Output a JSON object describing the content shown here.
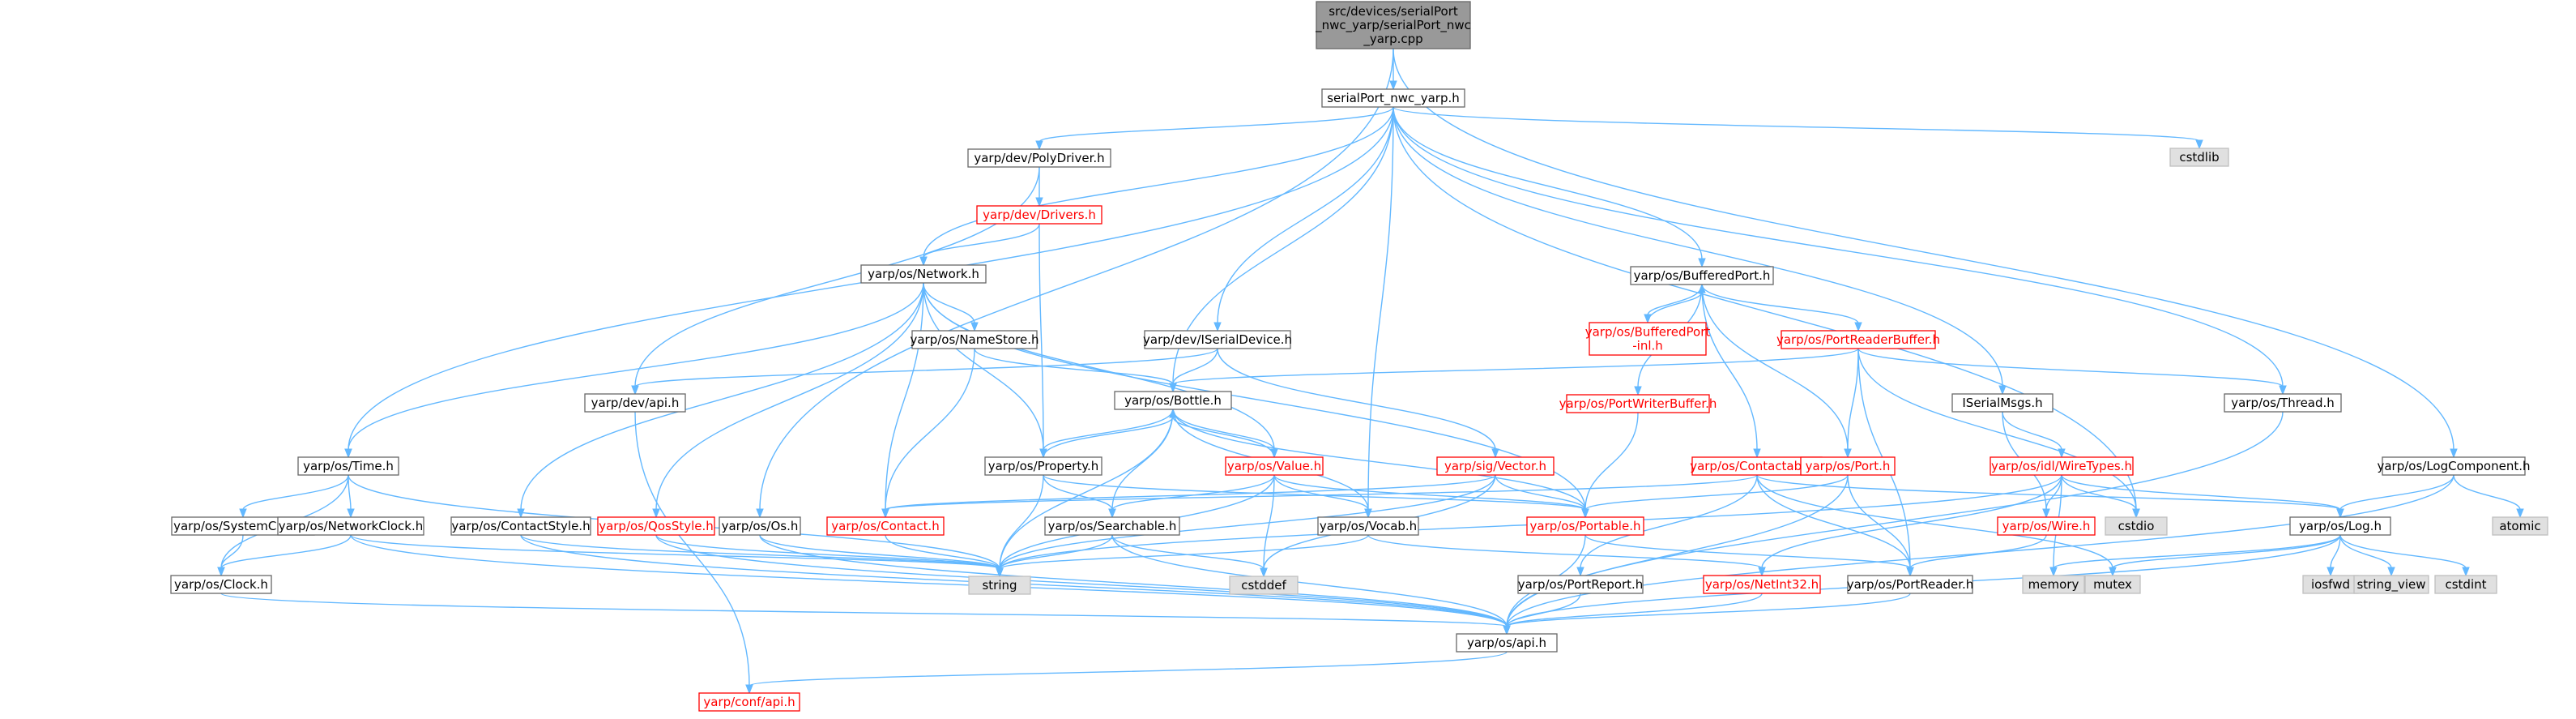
{
  "diagram": {
    "title": "",
    "colors": {
      "edge": "#63b8ff",
      "node_fill": "#ffffff",
      "node_border": "#666666",
      "node_text": "#000000",
      "root_fill": "#999999",
      "root_border": "#666666",
      "undocumented_border": "#ff0000",
      "undocumented_text": "#ff0000",
      "system_fill": "#e0e0e0",
      "system_border": "#bfbfbf"
    },
    "nodes": [
      {
        "id": "root",
        "lines": [
          "src/devices/serialPort",
          "_nwc_yarp/serialPort_nwc",
          "_yarp.cpp"
        ],
        "kind": "root"
      },
      {
        "id": "serialport_h",
        "lines": [
          "serialPort_nwc_yarp.h"
        ],
        "kind": "normal"
      },
      {
        "id": "polydriver",
        "lines": [
          "yarp/dev/PolyDriver.h"
        ],
        "kind": "normal"
      },
      {
        "id": "drivers",
        "lines": [
          "yarp/dev/Drivers.h"
        ],
        "kind": "red"
      },
      {
        "id": "network",
        "lines": [
          "yarp/os/Network.h"
        ],
        "kind": "normal"
      },
      {
        "id": "namestore",
        "lines": [
          "yarp/os/NameStore.h"
        ],
        "kind": "normal"
      },
      {
        "id": "iserialdevice",
        "lines": [
          "yarp/dev/ISerialDevice.h"
        ],
        "kind": "normal"
      },
      {
        "id": "devapi",
        "lines": [
          "yarp/dev/api.h"
        ],
        "kind": "normal"
      },
      {
        "id": "bottle",
        "lines": [
          "yarp/os/Bottle.h"
        ],
        "kind": "normal"
      },
      {
        "id": "time",
        "lines": [
          "yarp/os/Time.h"
        ],
        "kind": "normal"
      },
      {
        "id": "property",
        "lines": [
          "yarp/os/Property.h"
        ],
        "kind": "normal"
      },
      {
        "id": "value",
        "lines": [
          "yarp/os/Value.h"
        ],
        "kind": "red"
      },
      {
        "id": "sigvector",
        "lines": [
          "yarp/sig/Vector.h"
        ],
        "kind": "red"
      },
      {
        "id": "systemclock",
        "lines": [
          "yarp/os/SystemClock.h"
        ],
        "kind": "normal"
      },
      {
        "id": "networkclock",
        "lines": [
          "yarp/os/NetworkClock.h"
        ],
        "kind": "normal"
      },
      {
        "id": "contactstyle",
        "lines": [
          "yarp/os/ContactStyle.h"
        ],
        "kind": "normal"
      },
      {
        "id": "qosstyle",
        "lines": [
          "yarp/os/QosStyle.h"
        ],
        "kind": "red"
      },
      {
        "id": "os",
        "lines": [
          "yarp/os/Os.h"
        ],
        "kind": "normal"
      },
      {
        "id": "contact",
        "lines": [
          "yarp/os/Contact.h"
        ],
        "kind": "red"
      },
      {
        "id": "searchable",
        "lines": [
          "yarp/os/Searchable.h"
        ],
        "kind": "normal"
      },
      {
        "id": "vocab",
        "lines": [
          "yarp/os/Vocab.h"
        ],
        "kind": "normal"
      },
      {
        "id": "portable",
        "lines": [
          "yarp/os/Portable.h"
        ],
        "kind": "red"
      },
      {
        "id": "clock",
        "lines": [
          "yarp/os/Clock.h"
        ],
        "kind": "normal"
      },
      {
        "id": "string",
        "lines": [
          "string"
        ],
        "kind": "system"
      },
      {
        "id": "cstddef",
        "lines": [
          "cstddef"
        ],
        "kind": "system"
      },
      {
        "id": "bufferedport",
        "lines": [
          "yarp/os/BufferedPort.h"
        ],
        "kind": "normal"
      },
      {
        "id": "bufferedport_inl",
        "lines": [
          "yarp/os/BufferedPort",
          "-inl.h"
        ],
        "kind": "red"
      },
      {
        "id": "portwriterbuffer",
        "lines": [
          "yarp/os/PortWriterBuffer.h"
        ],
        "kind": "red"
      },
      {
        "id": "portreaderbuffer",
        "lines": [
          "yarp/os/PortReaderBuffer.h"
        ],
        "kind": "red"
      },
      {
        "id": "contactable",
        "lines": [
          "yarp/os/Contactable.h"
        ],
        "kind": "red"
      },
      {
        "id": "port",
        "lines": [
          "yarp/os/Port.h"
        ],
        "kind": "red"
      },
      {
        "id": "portreport",
        "lines": [
          "yarp/os/PortReport.h"
        ],
        "kind": "normal"
      },
      {
        "id": "netint32",
        "lines": [
          "yarp/os/NetInt32.h"
        ],
        "kind": "red"
      },
      {
        "id": "portreader",
        "lines": [
          "yarp/os/PortReader.h"
        ],
        "kind": "normal"
      },
      {
        "id": "memory",
        "lines": [
          "memory"
        ],
        "kind": "system"
      },
      {
        "id": "mutex",
        "lines": [
          "mutex"
        ],
        "kind": "system"
      },
      {
        "id": "cstdlib",
        "lines": [
          "cstdlib"
        ],
        "kind": "system"
      },
      {
        "id": "iserialmsgs",
        "lines": [
          "ISerialMsgs.h"
        ],
        "kind": "normal"
      },
      {
        "id": "wiretypes",
        "lines": [
          "yarp/os/idl/WireTypes.h"
        ],
        "kind": "red"
      },
      {
        "id": "wire",
        "lines": [
          "yarp/os/Wire.h"
        ],
        "kind": "red"
      },
      {
        "id": "cstdio",
        "lines": [
          "cstdio"
        ],
        "kind": "system"
      },
      {
        "id": "thread",
        "lines": [
          "yarp/os/Thread.h"
        ],
        "kind": "normal"
      },
      {
        "id": "logcomponent",
        "lines": [
          "yarp/os/LogComponent.h"
        ],
        "kind": "normal"
      },
      {
        "id": "atomic",
        "lines": [
          "atomic"
        ],
        "kind": "system"
      },
      {
        "id": "log",
        "lines": [
          "yarp/os/Log.h"
        ],
        "kind": "normal"
      },
      {
        "id": "iosfwd",
        "lines": [
          "iosfwd"
        ],
        "kind": "system"
      },
      {
        "id": "string_view",
        "lines": [
          "string_view"
        ],
        "kind": "system"
      },
      {
        "id": "cstdint",
        "lines": [
          "cstdint"
        ],
        "kind": "system"
      },
      {
        "id": "osapi",
        "lines": [
          "yarp/os/api.h"
        ],
        "kind": "normal"
      },
      {
        "id": "confapi",
        "lines": [
          "yarp/conf/api.h"
        ],
        "kind": "red"
      }
    ],
    "edges": [
      [
        "root",
        "serialport_h"
      ],
      [
        "root",
        "os"
      ],
      [
        "root",
        "logcomponent"
      ],
      [
        "serialport_h",
        "polydriver"
      ],
      [
        "serialport_h",
        "network"
      ],
      [
        "serialport_h",
        "time"
      ],
      [
        "serialport_h",
        "iserialdevice"
      ],
      [
        "serialport_h",
        "bottle"
      ],
      [
        "serialport_h",
        "vocab"
      ],
      [
        "serialport_h",
        "bufferedport"
      ],
      [
        "serialport_h",
        "iserialmsgs"
      ],
      [
        "serialport_h",
        "cstdio"
      ],
      [
        "serialport_h",
        "thread"
      ],
      [
        "serialport_h",
        "cstdlib"
      ],
      [
        "polydriver",
        "drivers"
      ],
      [
        "polydriver",
        "devapi"
      ],
      [
        "drivers",
        "network"
      ],
      [
        "drivers",
        "property"
      ],
      [
        "network",
        "namestore"
      ],
      [
        "network",
        "time"
      ],
      [
        "network",
        "contactstyle"
      ],
      [
        "network",
        "qosstyle"
      ],
      [
        "network",
        "contact"
      ],
      [
        "network",
        "property"
      ],
      [
        "network",
        "value"
      ],
      [
        "network",
        "portable"
      ],
      [
        "namestore",
        "bottle"
      ],
      [
        "namestore",
        "contact"
      ],
      [
        "iserialdevice",
        "devapi"
      ],
      [
        "iserialdevice",
        "bottle"
      ],
      [
        "iserialdevice",
        "sigvector"
      ],
      [
        "devapi",
        "confapi"
      ],
      [
        "bottle",
        "property"
      ],
      [
        "bottle",
        "value"
      ],
      [
        "bottle",
        "searchable"
      ],
      [
        "bottle",
        "vocab"
      ],
      [
        "bottle",
        "portable"
      ],
      [
        "bottle",
        "string"
      ],
      [
        "time",
        "systemclock"
      ],
      [
        "time",
        "networkclock"
      ],
      [
        "time",
        "clock"
      ],
      [
        "time",
        "string"
      ],
      [
        "property",
        "bottle"
      ],
      [
        "property",
        "searchable"
      ],
      [
        "property",
        "portable"
      ],
      [
        "property",
        "string"
      ],
      [
        "value",
        "bottle"
      ],
      [
        "value",
        "searchable"
      ],
      [
        "value",
        "vocab"
      ],
      [
        "value",
        "portable"
      ],
      [
        "value",
        "string"
      ],
      [
        "value",
        "cstddef"
      ],
      [
        "sigvector",
        "portable"
      ],
      [
        "sigvector",
        "string"
      ],
      [
        "sigvector",
        "cstddef"
      ],
      [
        "sigvector",
        "contact"
      ],
      [
        "systemclock",
        "clock"
      ],
      [
        "networkclock",
        "clock"
      ],
      [
        "networkclock",
        "string"
      ],
      [
        "networkclock",
        "osapi"
      ],
      [
        "contactstyle",
        "string"
      ],
      [
        "contactstyle",
        "osapi"
      ],
      [
        "qosstyle",
        "string"
      ],
      [
        "qosstyle",
        "osapi"
      ],
      [
        "os",
        "string"
      ],
      [
        "os",
        "osapi"
      ],
      [
        "contact",
        "string"
      ],
      [
        "searchable",
        "string"
      ],
      [
        "searchable",
        "cstddef"
      ],
      [
        "searchable",
        "osapi"
      ],
      [
        "vocab",
        "string"
      ],
      [
        "vocab",
        "netint32"
      ],
      [
        "portable",
        "portreader"
      ],
      [
        "portable",
        "osapi"
      ],
      [
        "clock",
        "osapi"
      ],
      [
        "bufferedport",
        "bufferedport_inl"
      ],
      [
        "bufferedport",
        "portwriterbuffer"
      ],
      [
        "bufferedport",
        "portreaderbuffer"
      ],
      [
        "bufferedport",
        "contactable"
      ],
      [
        "bufferedport",
        "port"
      ],
      [
        "bufferedport_inl",
        "bufferedport"
      ],
      [
        "portwriterbuffer",
        "portable"
      ],
      [
        "portreaderbuffer",
        "bottle"
      ],
      [
        "portreaderbuffer",
        "port"
      ],
      [
        "portreaderbuffer",
        "portreader"
      ],
      [
        "portreaderbuffer",
        "thread"
      ],
      [
        "portreaderbuffer",
        "cstdio"
      ],
      [
        "contactable",
        "contact"
      ],
      [
        "contactable",
        "portreport"
      ],
      [
        "contactable",
        "portreader"
      ],
      [
        "contactable",
        "log"
      ],
      [
        "contactable",
        "mutex"
      ],
      [
        "port",
        "portable"
      ],
      [
        "port",
        "portreader"
      ],
      [
        "port",
        "osapi"
      ],
      [
        "portreport",
        "osapi"
      ],
      [
        "netint32",
        "osapi"
      ],
      [
        "portreader",
        "osapi"
      ],
      [
        "iserialmsgs",
        "wiretypes"
      ],
      [
        "iserialmsgs",
        "wire"
      ],
      [
        "wiretypes",
        "wire"
      ],
      [
        "wiretypes",
        "netint32"
      ],
      [
        "wiretypes",
        "log"
      ],
      [
        "wiretypes",
        "cstdio"
      ],
      [
        "wiretypes",
        "string"
      ],
      [
        "wiretypes",
        "memory"
      ],
      [
        "wire",
        "portreader"
      ],
      [
        "thread",
        "osapi"
      ],
      [
        "logcomponent",
        "log"
      ],
      [
        "logcomponent",
        "atomic"
      ],
      [
        "logcomponent",
        "osapi"
      ],
      [
        "log",
        "memory"
      ],
      [
        "log",
        "mutex"
      ],
      [
        "log",
        "iosfwd"
      ],
      [
        "log",
        "string_view"
      ],
      [
        "log",
        "cstdint"
      ],
      [
        "log",
        "osapi"
      ],
      [
        "osapi",
        "confapi"
      ]
    ]
  }
}
